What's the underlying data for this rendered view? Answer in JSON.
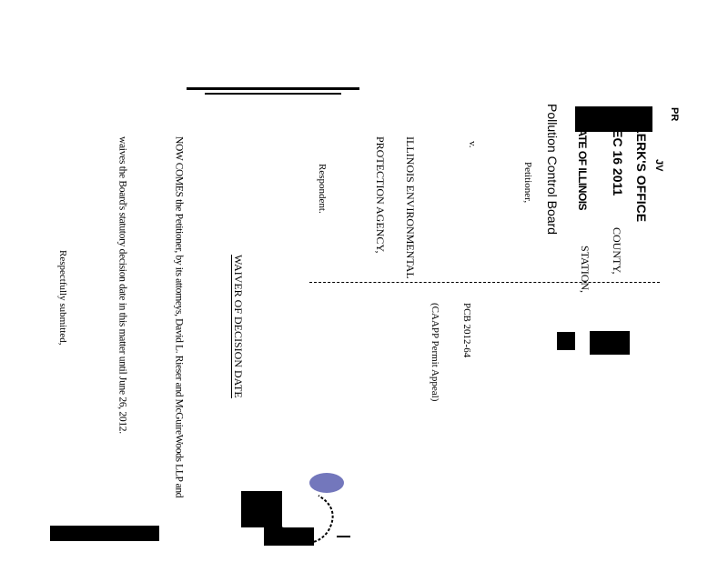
{
  "stamp": {
    "initials": "PR",
    "initials2": "JV",
    "office": "CLERK'S OFFICE",
    "date": "DEC 16 2011",
    "state": "STATE OF ILLINOIS",
    "board": "Pollution Control Board"
  },
  "caption": {
    "county": "COUNTY,",
    "station": "STATION,",
    "petitioner": "Petitioner,",
    "versus": "v.",
    "respondent_line1": "ILLINOIS ENVIRONMENTAL",
    "respondent_line2": "PROTECTION AGENCY,",
    "respondent": "Respondent.",
    "case_number": "PCB 2012-64",
    "case_type": "(CAAPP Permit Appeal)"
  },
  "document": {
    "title": "WAIVER OF DECISION DATE",
    "body_line1": "NOW COMES the Petitioner, by its attorneys, David L. Rieser and McGuireWoods LLP and",
    "body_line2": "waives the Board's statutory decision date in this matter until June 26, 2012.",
    "closing": "Respectfully submitted,"
  },
  "colors": {
    "ink": "#000000",
    "seal": "#5a5fb0"
  }
}
